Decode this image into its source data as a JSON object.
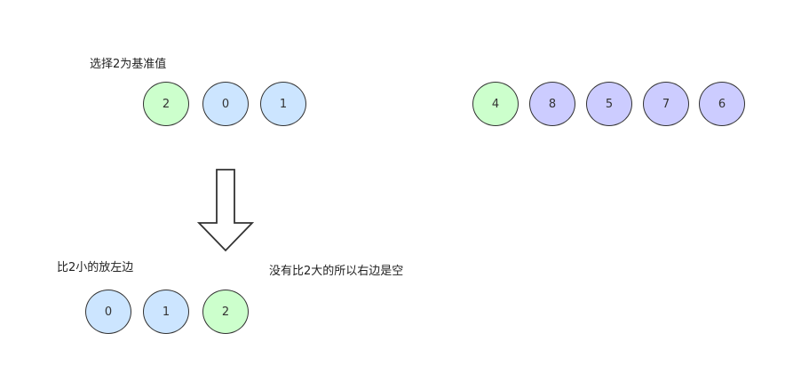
{
  "labels": {
    "select_pivot": "选择2为基准值",
    "smaller_left": "比2小的放左边",
    "right_empty": "没有比2大的所以右边是空"
  },
  "top_left_nodes": [
    {
      "value": "2",
      "kind": "pivot"
    },
    {
      "value": "0",
      "kind": "less"
    },
    {
      "value": "1",
      "kind": "less"
    }
  ],
  "top_right_nodes": [
    {
      "value": "4",
      "kind": "pivot"
    },
    {
      "value": "8",
      "kind": "other"
    },
    {
      "value": "5",
      "kind": "other"
    },
    {
      "value": "7",
      "kind": "other"
    },
    {
      "value": "6",
      "kind": "other"
    }
  ],
  "bottom_nodes": [
    {
      "value": "0",
      "kind": "less"
    },
    {
      "value": "1",
      "kind": "less"
    },
    {
      "value": "2",
      "kind": "pivot"
    }
  ],
  "colors": {
    "pivot": "#ccffcc",
    "less": "#cce5ff",
    "other": "#ccccff",
    "stroke": "#333333"
  }
}
